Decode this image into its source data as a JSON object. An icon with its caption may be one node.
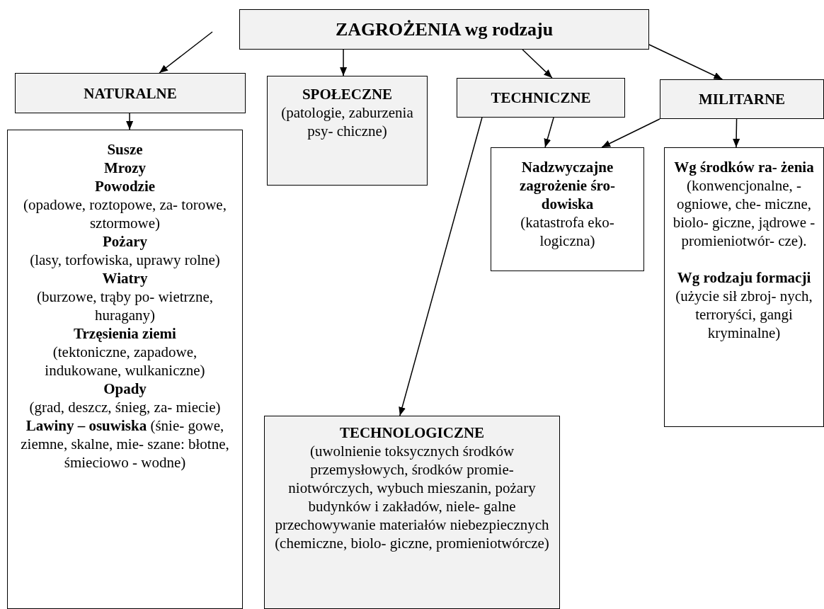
{
  "diagram": {
    "nodes": [
      {
        "text": [
          "ZAGROŻENIA wg rodzaju"
        ]
      },
      {
        "text": [
          "NATURALNE"
        ]
      },
      {
        "text": [
          "SPOŁECZNE",
          "(patologie, zaburzenia psy- chiczne)"
        ]
      },
      {
        "text": [
          "TECHNICZNE"
        ]
      },
      {
        "text": [
          "MILITARNE"
        ]
      },
      {
        "text": [
          "Susze",
          "Mrozy",
          "Powodzie",
          "(opadowe, roztopowe, za- torowe, sztormowe)",
          "Pożary",
          "(lasy, torfowiska, uprawy rolne)",
          "Wiatry",
          "(burzowe, trąby po- wietrzne, huragany)",
          "Trzęsienia ziemi",
          "(tektoniczne, zapadowe, indukowane, wulkaniczne)",
          "Opady",
          "(grad, deszcz, śnieg, za- miecie)",
          "**Lawiny – osuwiska** (śnie- gowe, ziemne, skalne, mie- szane: błotne, śmieciowo - wodne)"
        ]
      },
      {
        "text": [
          "Nadzwyczajne zagrożenie śro- dowiska",
          "(katastrofa eko- logiczna)"
        ]
      },
      {
        "text": [
          "Wg środków ra- żenia",
          "(konwencjonalne, - ogniowe, che- miczne, biolo- giczne, jądrowe - promieniotwór- cze).",
          "Wg rodzaju formacji",
          "(użycie sił zbroj- nych, terroryści, gangi kryminalne)"
        ]
      },
      {
        "text": [
          "TECHNOLOGICZNE",
          "(uwolnienie toksycznych środków przemysłowych, środków promie- niotwórczych, wybuch mieszanin, pożary budynków i zakładów, niele- galne przechowywanie materiałów niebezpiecznych (chemiczne, biolo- giczne, promieniotwórcze)"
        ]
      }
    ],
    "edges": [
      {
        "from": null,
        "to": 1,
        "arrow": "to"
      },
      {
        "from": 0,
        "to": 2,
        "arrow": "to"
      },
      {
        "from": 0,
        "to": 3,
        "arrow": "to"
      },
      {
        "from": 0,
        "to": 4,
        "arrow": "to"
      },
      {
        "from": 1,
        "to": 5,
        "arrow": "to"
      },
      {
        "from": 3,
        "to": 6,
        "arrow": "to"
      },
      {
        "from": 3,
        "to": 8,
        "arrow": "to"
      },
      {
        "from": 4,
        "to": 6,
        "arrow": "to"
      },
      {
        "from": 4,
        "to": 7,
        "arrow": "to"
      }
    ]
  }
}
